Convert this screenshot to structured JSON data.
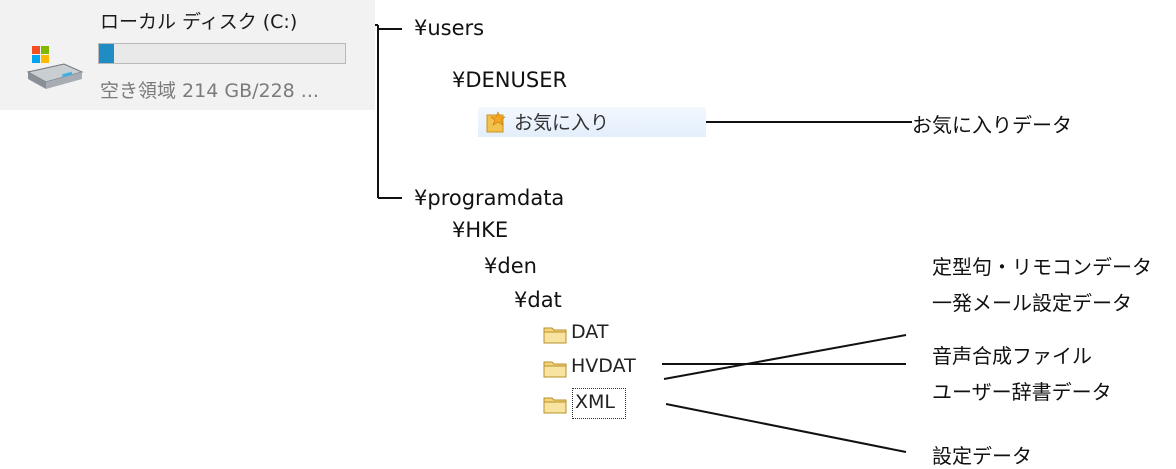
{
  "drive": {
    "name": "ローカル ディスク (C:)",
    "free_space": "空き領域 214 GB/228 ...",
    "used_fraction": 0.06,
    "bar_color": "#1f8cc4",
    "icon": "hard-drive-icon"
  },
  "tree": {
    "users": "¥users",
    "denuser": "¥DENUSER",
    "favorites": "お気に入り",
    "programdata": "¥programdata",
    "hke": "¥HKE",
    "den": "¥den",
    "dat_dir": "¥dat",
    "folder_dat": "DAT",
    "folder_hvdat": "HVDAT",
    "folder_xml": "XML",
    "folder_icon": "folder-icon",
    "favorites_icon": "favorites-folder-icon"
  },
  "descriptions": {
    "favorites_data": "お気に入りデータ",
    "dat_line1": "定型句・リモコンデータ",
    "dat_line2": "一発メール設定データ",
    "hvdat_line1": "音声合成ファイル",
    "hvdat_line2": "ユーザー辞書データ",
    "xml_data": "設定データ"
  }
}
